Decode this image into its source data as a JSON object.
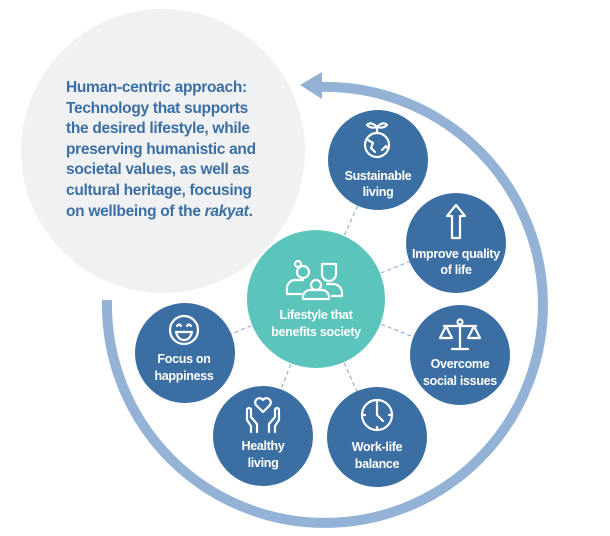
{
  "intro": {
    "lines": [
      "Human-centric approach:",
      "Technology that supports",
      "the desired lifestyle, while",
      "preserving humanistic and",
      "societal values, as well as",
      "cultural heritage, focusing"
    ],
    "last_line_prefix": "on wellbeing of the ",
    "last_line_italic": "rakyat",
    "last_line_suffix": "."
  },
  "center": {
    "line1": "Lifestyle that",
    "line2": "benefits society",
    "icon": "family-icon"
  },
  "nodes": [
    {
      "line1": "Sustainable",
      "line2": "living",
      "icon": "globe-sprout-icon"
    },
    {
      "line1": "Improve quality",
      "line2": "of life",
      "icon": "arrow-up-icon"
    },
    {
      "line1": "Overcome",
      "line2": "social issues",
      "icon": "scales-icon"
    },
    {
      "line1": "Work-life",
      "line2": "balance",
      "icon": "clock-icon"
    },
    {
      "line1": "Healthy",
      "line2": "living",
      "icon": "hands-heart-icon"
    },
    {
      "line1": "Focus on",
      "line2": "happiness",
      "icon": "smiley-icon"
    }
  ],
  "colors": {
    "node": "#3b6fa3",
    "center": "#5bc4bb",
    "arc": "#93b2d6",
    "bubble": "#f0f1f3"
  }
}
